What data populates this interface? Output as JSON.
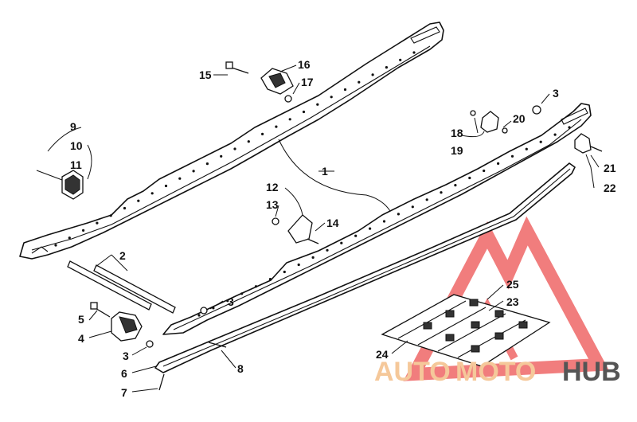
{
  "watermark": {
    "word_auto": "AUTO",
    "word_moto": "MOTO",
    "word_hub": "HUB",
    "color_auto": "#f5c89a",
    "color_moto": "#f5c89a",
    "color_hub": "#555555",
    "triangle_color": "#ee6666"
  },
  "callouts": {
    "c1": "1",
    "c2": "2",
    "c3a": "3",
    "c3b": "3",
    "c3c": "3",
    "c4": "4",
    "c5": "5",
    "c6": "6",
    "c7": "7",
    "c8": "8",
    "c9": "9",
    "c10": "10",
    "c11": "11",
    "c12": "12",
    "c13": "13",
    "c14": "14",
    "c15": "15",
    "c16": "16",
    "c17": "17",
    "c18": "18",
    "c19": "19",
    "c20": "20",
    "c21": "21",
    "c22": "22",
    "c23": "23",
    "c24": "24",
    "c25": "25"
  }
}
